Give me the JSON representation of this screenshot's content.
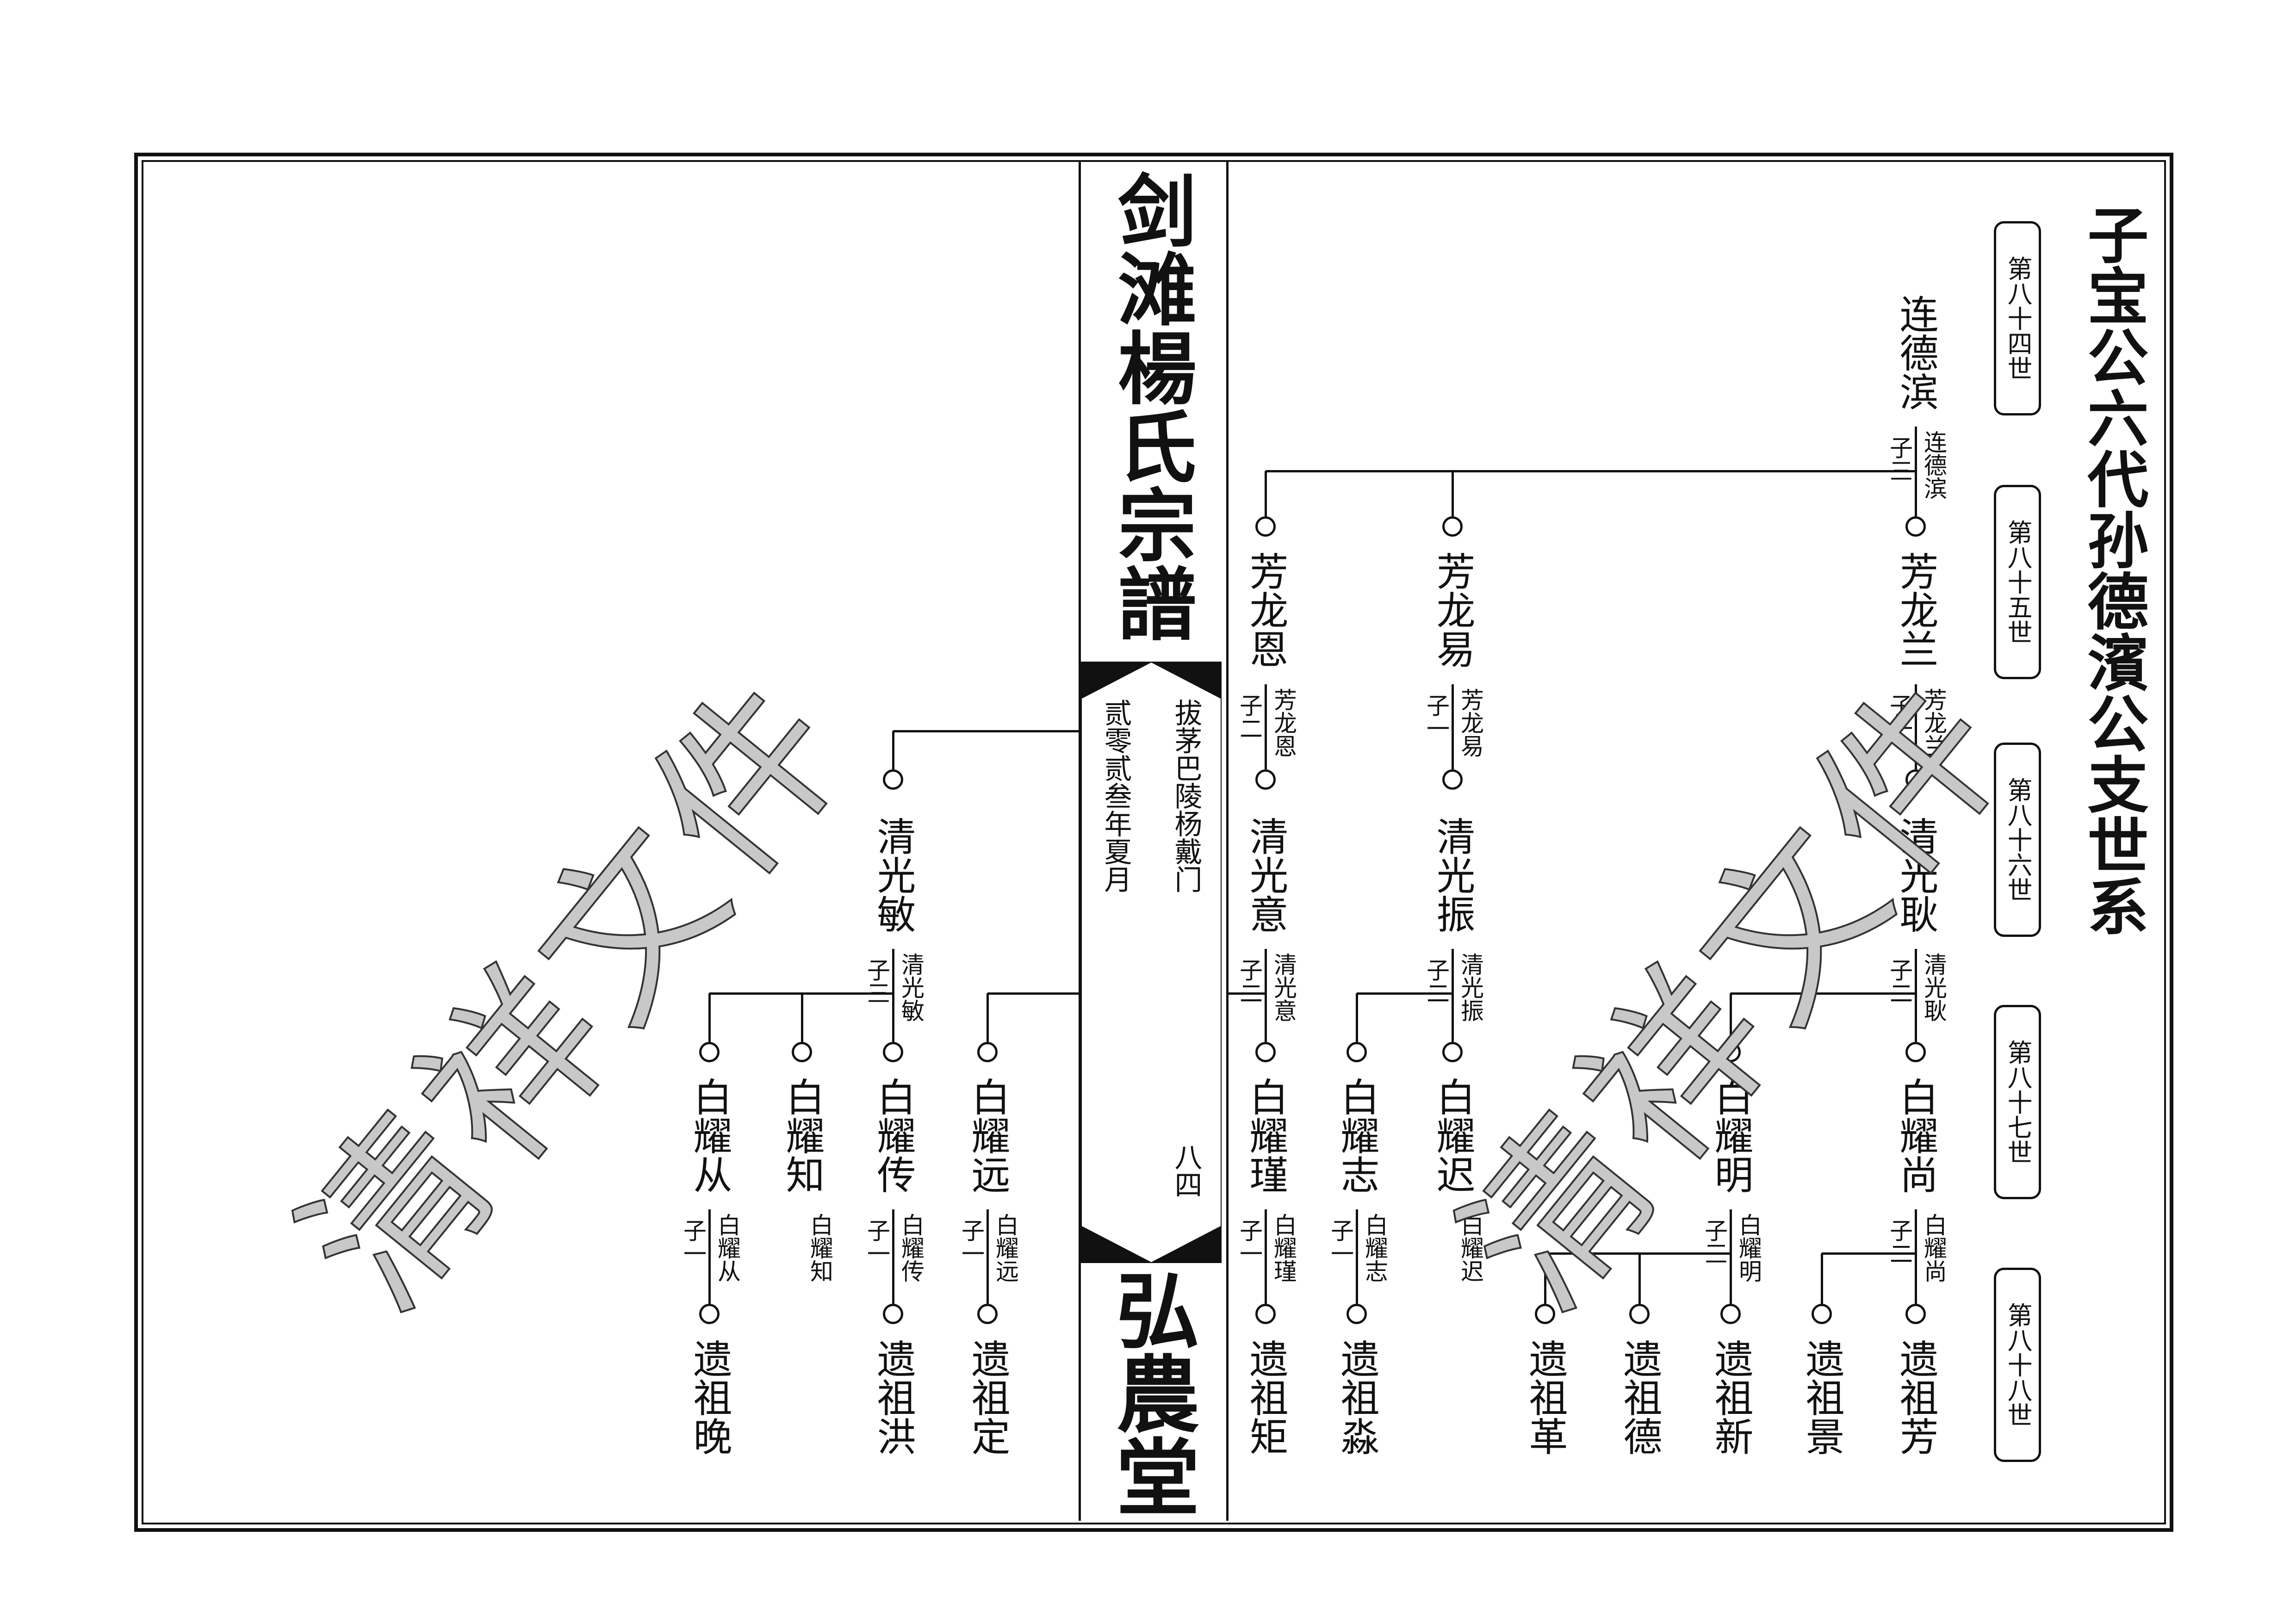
{
  "book_title": "剑滩楊氏宗譜",
  "hall_name": "弘農堂",
  "origin": "拔茅巴陵杨戴门",
  "date": "贰零贰叁年夏月",
  "page_number": "八四",
  "section_title": "子宝公六代孙德濱公支世系",
  "generations": [
    "第八十四世",
    "第八十五世",
    "第八十六世",
    "第八十七世",
    "第八十八世"
  ],
  "watermark": "清祥文件",
  "tree": {
    "nodes": [
      {
        "name": "连德滨",
        "children_label": "子三"
      },
      {
        "name": "芳龙兰",
        "children_label": "子一"
      },
      {
        "name": "芳龙易",
        "children_label": "子一"
      },
      {
        "name": "芳龙恩",
        "children_label": "子二"
      },
      {
        "name": "清光耿",
        "children_label": "子二"
      },
      {
        "name": "清光振",
        "children_label": "子二"
      },
      {
        "name": "清光意",
        "children_label": "子二"
      },
      {
        "name": "清光敏",
        "children_label": "子三"
      },
      {
        "name": "白耀尚",
        "children_label": "子二"
      },
      {
        "name": "白耀明",
        "children_label": "子三"
      },
      {
        "name": "白耀迟",
        "children_label": ""
      },
      {
        "name": "白耀志",
        "children_label": "子一"
      },
      {
        "name": "白耀瑾",
        "children_label": "子一"
      },
      {
        "name": "白耀远",
        "children_label": "子一"
      },
      {
        "name": "白耀传",
        "children_label": "子一"
      },
      {
        "name": "白耀知",
        "children_label": ""
      },
      {
        "name": "白耀从",
        "children_label": "子一"
      },
      {
        "name": "遗祖芳"
      },
      {
        "name": "遗祖景"
      },
      {
        "name": "遗祖新"
      },
      {
        "name": "遗祖德"
      },
      {
        "name": "遗祖革"
      },
      {
        "name": "遗祖淼"
      },
      {
        "name": "遗祖矩"
      },
      {
        "name": "遗祖定"
      },
      {
        "name": "遗祖洪"
      },
      {
        "name": "遗祖晚"
      }
    ]
  }
}
